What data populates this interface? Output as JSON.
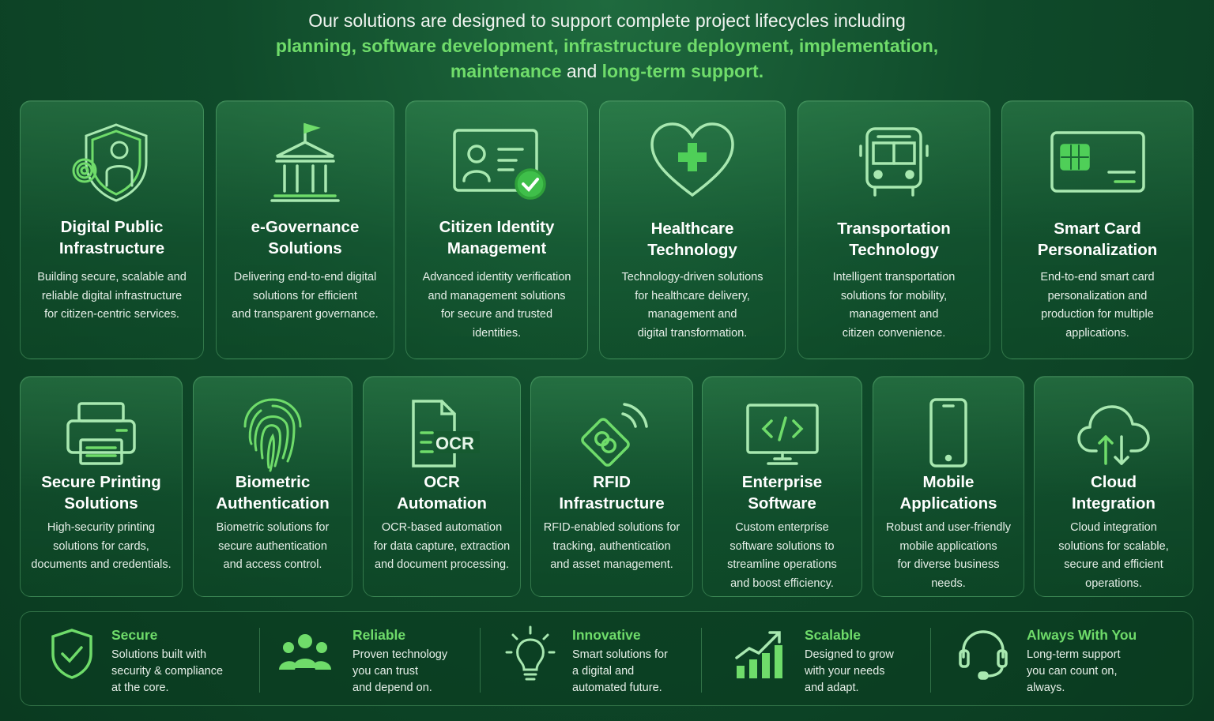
{
  "header": {
    "line1": "Our solutions are designed to support complete project lifecycles including",
    "line2": "planning, software development, infrastructure deployment, implementation,",
    "line3_a": "maintenance",
    "line3_b": " and ",
    "line3_c": "long-term support."
  },
  "row1": [
    {
      "title": "Digital Public\nInfrastructure",
      "desc": "Building secure, scalable and\nreliable digital infrastructure\nfor citizen-centric services.",
      "icon": "shield-fingerprint-icon"
    },
    {
      "title": "e-Governance\nSolutions",
      "desc": "Delivering end-to-end digital\nsolutions for efficient\nand transparent governance.",
      "icon": "government-building-icon"
    },
    {
      "title": "Citizen Identity\nManagement",
      "desc": "Advanced identity verification\nand management solutions\nfor secure and trusted\nidentities.",
      "icon": "id-card-check-icon"
    },
    {
      "title": "Healthcare\nTechnology",
      "desc": "Technology-driven solutions\nfor healthcare delivery,\nmanagement and\ndigital transformation.",
      "icon": "heart-plus-icon"
    },
    {
      "title": "Transportation\nTechnology",
      "desc": "Intelligent transportation\nsolutions for mobility,\nmanagement and\ncitizen convenience.",
      "icon": "bus-icon"
    },
    {
      "title": "Smart Card\nPersonalization",
      "desc": "End-to-end smart card\npersonalization and\nproduction for multiple\napplications.",
      "icon": "smart-card-icon"
    }
  ],
  "row2": [
    {
      "title": "Secure Printing\nSolutions",
      "desc": "High-security printing\nsolutions for cards,\ndocuments and credentials.",
      "icon": "printer-icon"
    },
    {
      "title": "Biometric\nAuthentication",
      "desc": "Biometric solutions for\nsecure authentication\nand access control.",
      "icon": "fingerprint-icon"
    },
    {
      "title": "OCR\nAutomation",
      "desc": "OCR-based automation\nfor data capture, extraction\nand document processing.",
      "icon": "ocr-document-icon",
      "icon_text": "OCR"
    },
    {
      "title": "RFID\nInfrastructure",
      "desc": "RFID-enabled solutions for\ntracking, authentication\nand asset management.",
      "icon": "rfid-tag-icon"
    },
    {
      "title": "Enterprise\nSoftware",
      "desc": "Custom enterprise\nsoftware solutions to\nstreamline operations\nand boost efficiency.",
      "icon": "monitor-code-icon"
    },
    {
      "title": "Mobile\nApplications",
      "desc": "Robust and user-friendly\nmobile applications\nfor diverse business\nneeds.",
      "icon": "smartphone-icon"
    },
    {
      "title": "Cloud\nIntegration",
      "desc": "Cloud integration\nsolutions for scalable,\nsecure and efficient\noperations.",
      "icon": "cloud-sync-icon"
    }
  ],
  "features": [
    {
      "title": "Secure",
      "desc": "Solutions built with\nsecurity & compliance\nat the core.",
      "icon": "shield-check-icon"
    },
    {
      "title": "Reliable",
      "desc": "Proven technology\nyou can trust\nand depend on.",
      "icon": "team-icon"
    },
    {
      "title": "Innovative",
      "desc": "Smart solutions for\na digital and\nautomated future.",
      "icon": "lightbulb-icon"
    },
    {
      "title": "Scalable",
      "desc": "Designed to grow\nwith your needs\nand adapt.",
      "icon": "growth-chart-icon"
    },
    {
      "title": "Always With You",
      "desc": "Long-term support\nyou can count on,\nalways.",
      "icon": "headset-icon"
    }
  ],
  "colors": {
    "accent": "#6fdc6a",
    "background": "#0f4a2a",
    "text": "#ffffff"
  }
}
